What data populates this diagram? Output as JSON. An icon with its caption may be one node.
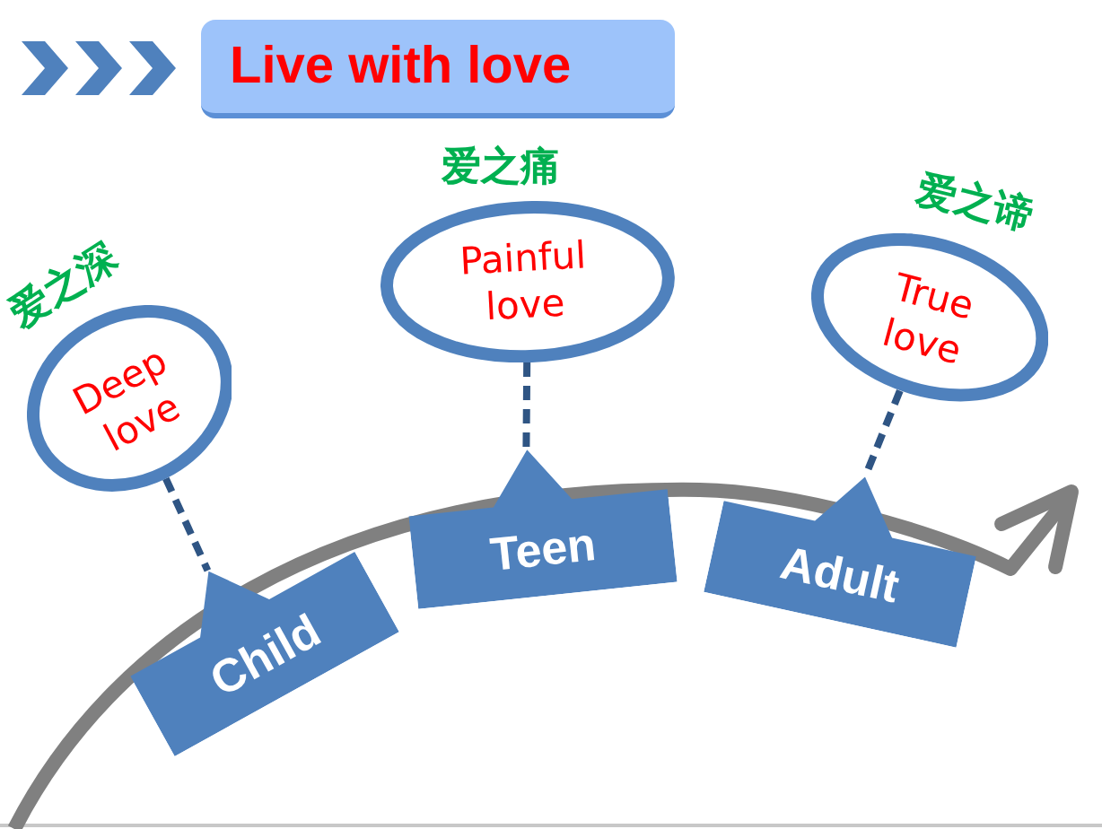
{
  "diagram": {
    "title": "Live with love",
    "nodes": [
      {
        "text": [
          "Deep love"
        ],
        "beside": [
          "爱之深"
        ]
      },
      {
        "text": [
          "Painful love"
        ],
        "beside": [
          "爱之痛"
        ]
      },
      {
        "text": [
          "True love"
        ],
        "beside": [
          "爱之谛"
        ]
      },
      {
        "text": [
          "Child"
        ]
      },
      {
        "text": [
          "Teen"
        ]
      },
      {
        "text": [
          "Adult"
        ]
      }
    ],
    "edges": [
      {
        "from": 0,
        "to": 3,
        "arrow": "none",
        "style": "dashed"
      },
      {
        "from": 1,
        "to": 4,
        "arrow": "none",
        "style": "dashed"
      },
      {
        "from": 2,
        "to": 5,
        "arrow": "none",
        "style": "dashed"
      }
    ]
  }
}
